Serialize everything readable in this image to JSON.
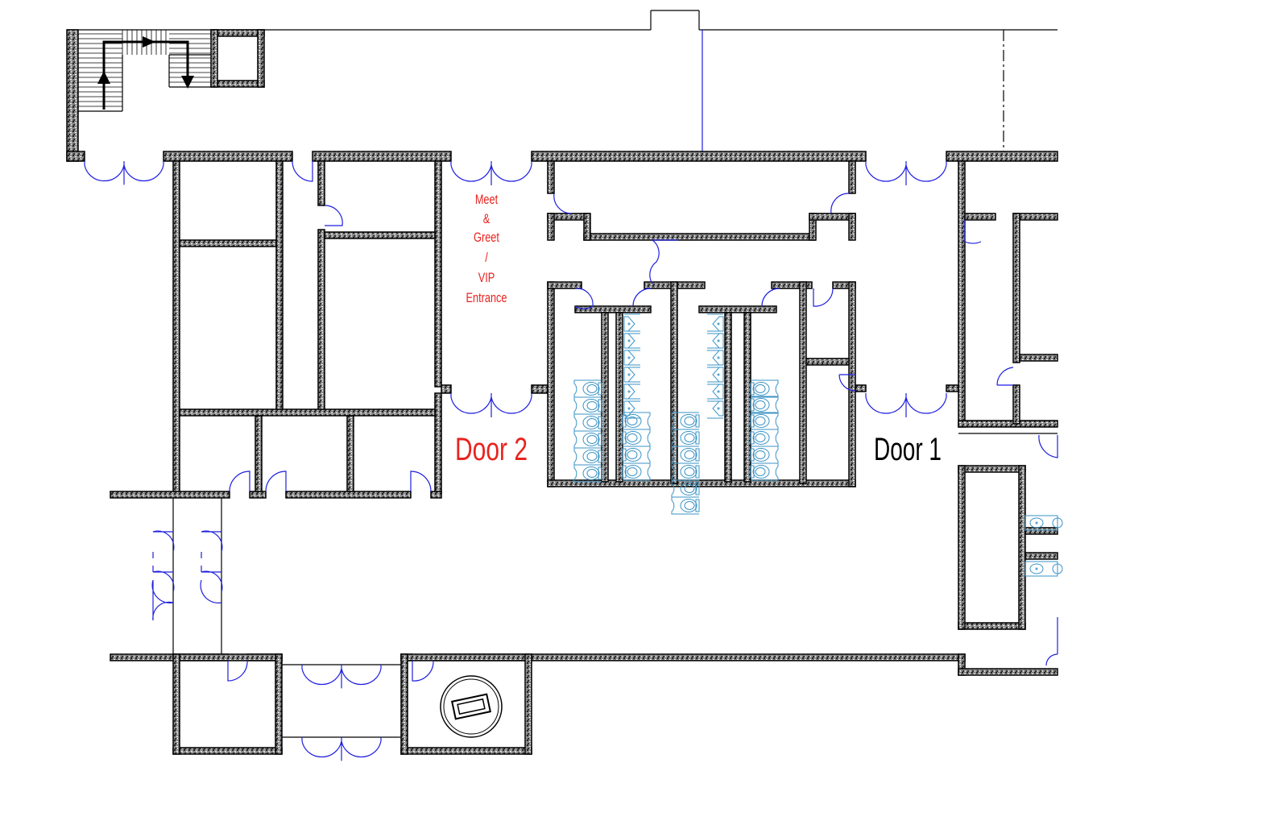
{
  "plan": {
    "labels": {
      "meet_greet": [
        "Meet",
        "&",
        "Greet",
        "/",
        "VIP",
        "Entrance"
      ],
      "door_2": "Door 2",
      "door_1": "Door 1"
    },
    "colors": {
      "wall_fill": "#6e6e6e",
      "wall_outline": "#000000",
      "door": "#1f1fe0",
      "fixture": "#3a93c6",
      "label_red": "#e8231f",
      "label_black": "#000000"
    }
  }
}
